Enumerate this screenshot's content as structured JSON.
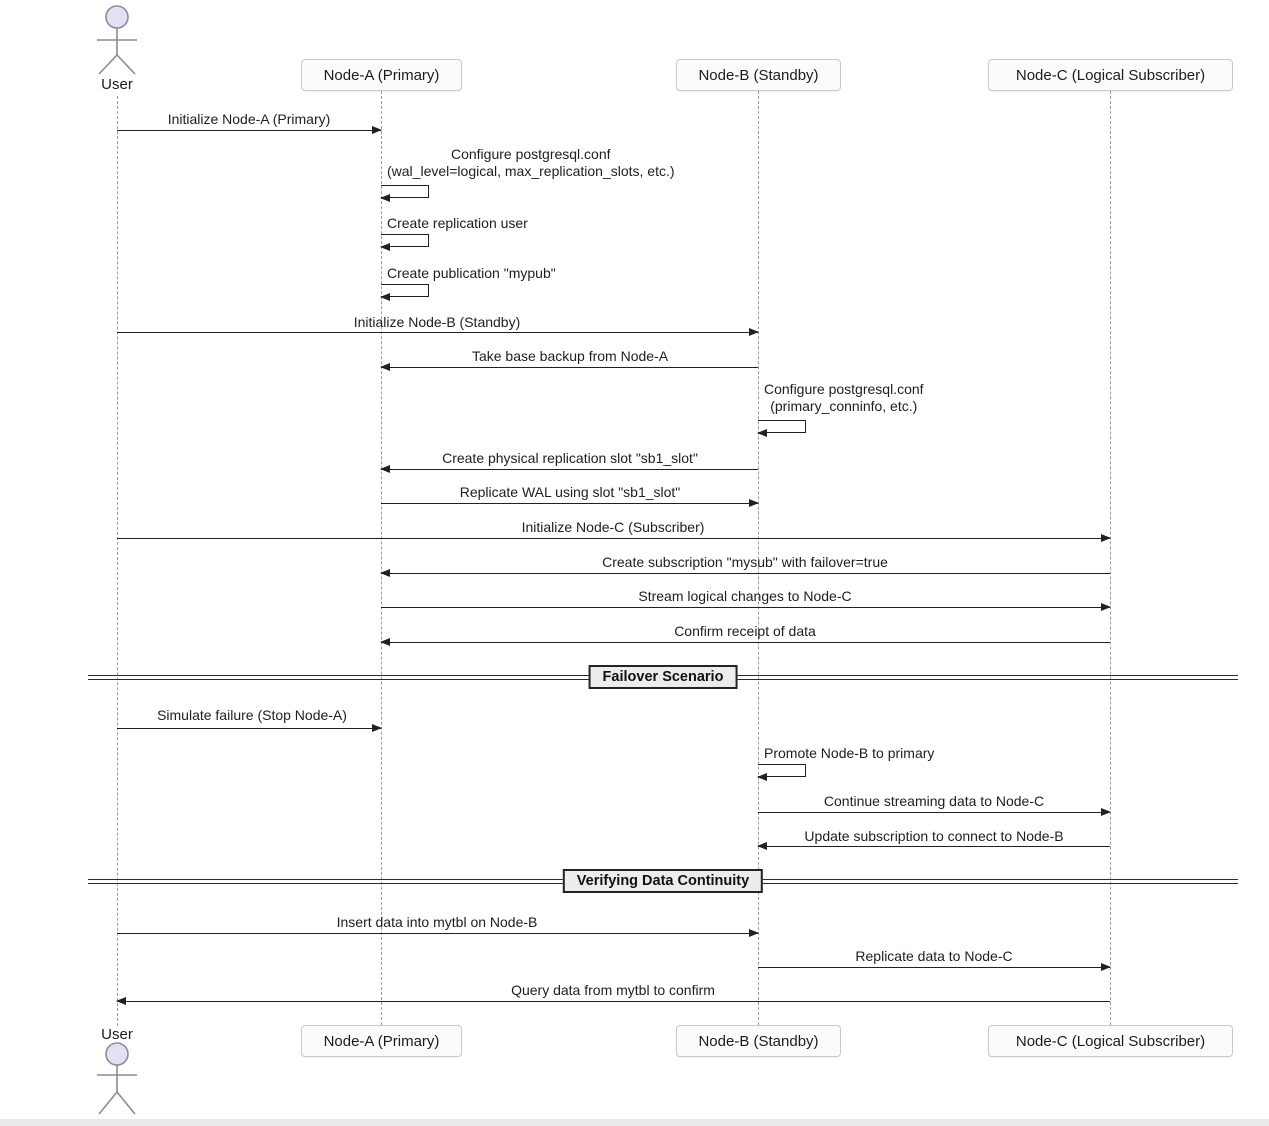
{
  "diagram": {
    "type": "uml-sequence",
    "colors": {
      "background": "#ffffff",
      "arrow_line": "#212121",
      "lifeline": "#9c9c9c",
      "participant_fill": "#fbfbfb",
      "participant_border": "#c9c9c9",
      "actor_head_fill": "#e2e0f2",
      "actor_stroke": "#8b8b9a",
      "divider_fill": "#ececec",
      "divider_border": "#232323"
    },
    "participants": {
      "user": {
        "label": "User",
        "type": "actor"
      },
      "nodeA": {
        "label": "Node-A (Primary)",
        "type": "participant"
      },
      "nodeB": {
        "label": "Node-B (Standby)",
        "type": "participant"
      },
      "nodeC": {
        "label": "Node-C (Logical Subscriber)",
        "type": "participant"
      }
    },
    "messages": [
      {
        "text": "Initialize Node-A (Primary)",
        "from": "user",
        "to": "nodeA",
        "type": "arrow-right"
      },
      {
        "line1": "Configure postgresql.conf",
        "line2": "(wal_level=logical, max_replication_slots, etc.)",
        "from": "nodeA",
        "to": "nodeA",
        "type": "self"
      },
      {
        "text": "Create replication user",
        "from": "nodeA",
        "to": "nodeA",
        "type": "self"
      },
      {
        "text": "Create publication \"mypub\"",
        "from": "nodeA",
        "to": "nodeA",
        "type": "self"
      },
      {
        "text": "Initialize Node-B (Standby)",
        "from": "user",
        "to": "nodeB",
        "type": "arrow-right"
      },
      {
        "text": "Take base backup from Node-A",
        "from": "nodeB",
        "to": "nodeA",
        "type": "arrow-left"
      },
      {
        "line1": "Configure postgresql.conf",
        "line2": "(primary_conninfo, etc.)",
        "from": "nodeB",
        "to": "nodeB",
        "type": "self"
      },
      {
        "text": "Create physical replication slot \"sb1_slot\"",
        "from": "nodeB",
        "to": "nodeA",
        "type": "arrow-left"
      },
      {
        "text": "Replicate WAL using slot \"sb1_slot\"",
        "from": "nodeA",
        "to": "nodeB",
        "type": "arrow-right"
      },
      {
        "text": "Initialize Node-C (Subscriber)",
        "from": "user",
        "to": "nodeC",
        "type": "arrow-right"
      },
      {
        "text": "Create subscription \"mysub\" with failover=true",
        "from": "nodeC",
        "to": "nodeA",
        "type": "arrow-left"
      },
      {
        "text": "Stream logical changes to Node-C",
        "from": "nodeA",
        "to": "nodeC",
        "type": "arrow-right"
      },
      {
        "text": "Confirm receipt of data",
        "from": "nodeC",
        "to": "nodeA",
        "type": "arrow-left"
      },
      {
        "text": "Simulate failure (Stop Node-A)",
        "from": "user",
        "to": "nodeA",
        "type": "arrow-right"
      },
      {
        "text": "Promote Node-B to primary",
        "from": "nodeB",
        "to": "nodeB",
        "type": "self"
      },
      {
        "text": "Continue streaming data to Node-C",
        "from": "nodeB",
        "to": "nodeC",
        "type": "arrow-right"
      },
      {
        "text": "Update subscription to connect to Node-B",
        "from": "nodeC",
        "to": "nodeB",
        "type": "arrow-left"
      },
      {
        "text": "Insert data into mytbl on Node-B",
        "from": "user",
        "to": "nodeB",
        "type": "arrow-right"
      },
      {
        "text": "Replicate data to Node-C",
        "from": "nodeB",
        "to": "nodeC",
        "type": "arrow-right"
      },
      {
        "text": "Query data from mytbl to confirm",
        "from": "nodeC",
        "to": "user",
        "type": "arrow-left"
      }
    ],
    "dividers": [
      {
        "label": "Failover Scenario"
      },
      {
        "label": "Verifying Data Continuity"
      }
    ]
  }
}
